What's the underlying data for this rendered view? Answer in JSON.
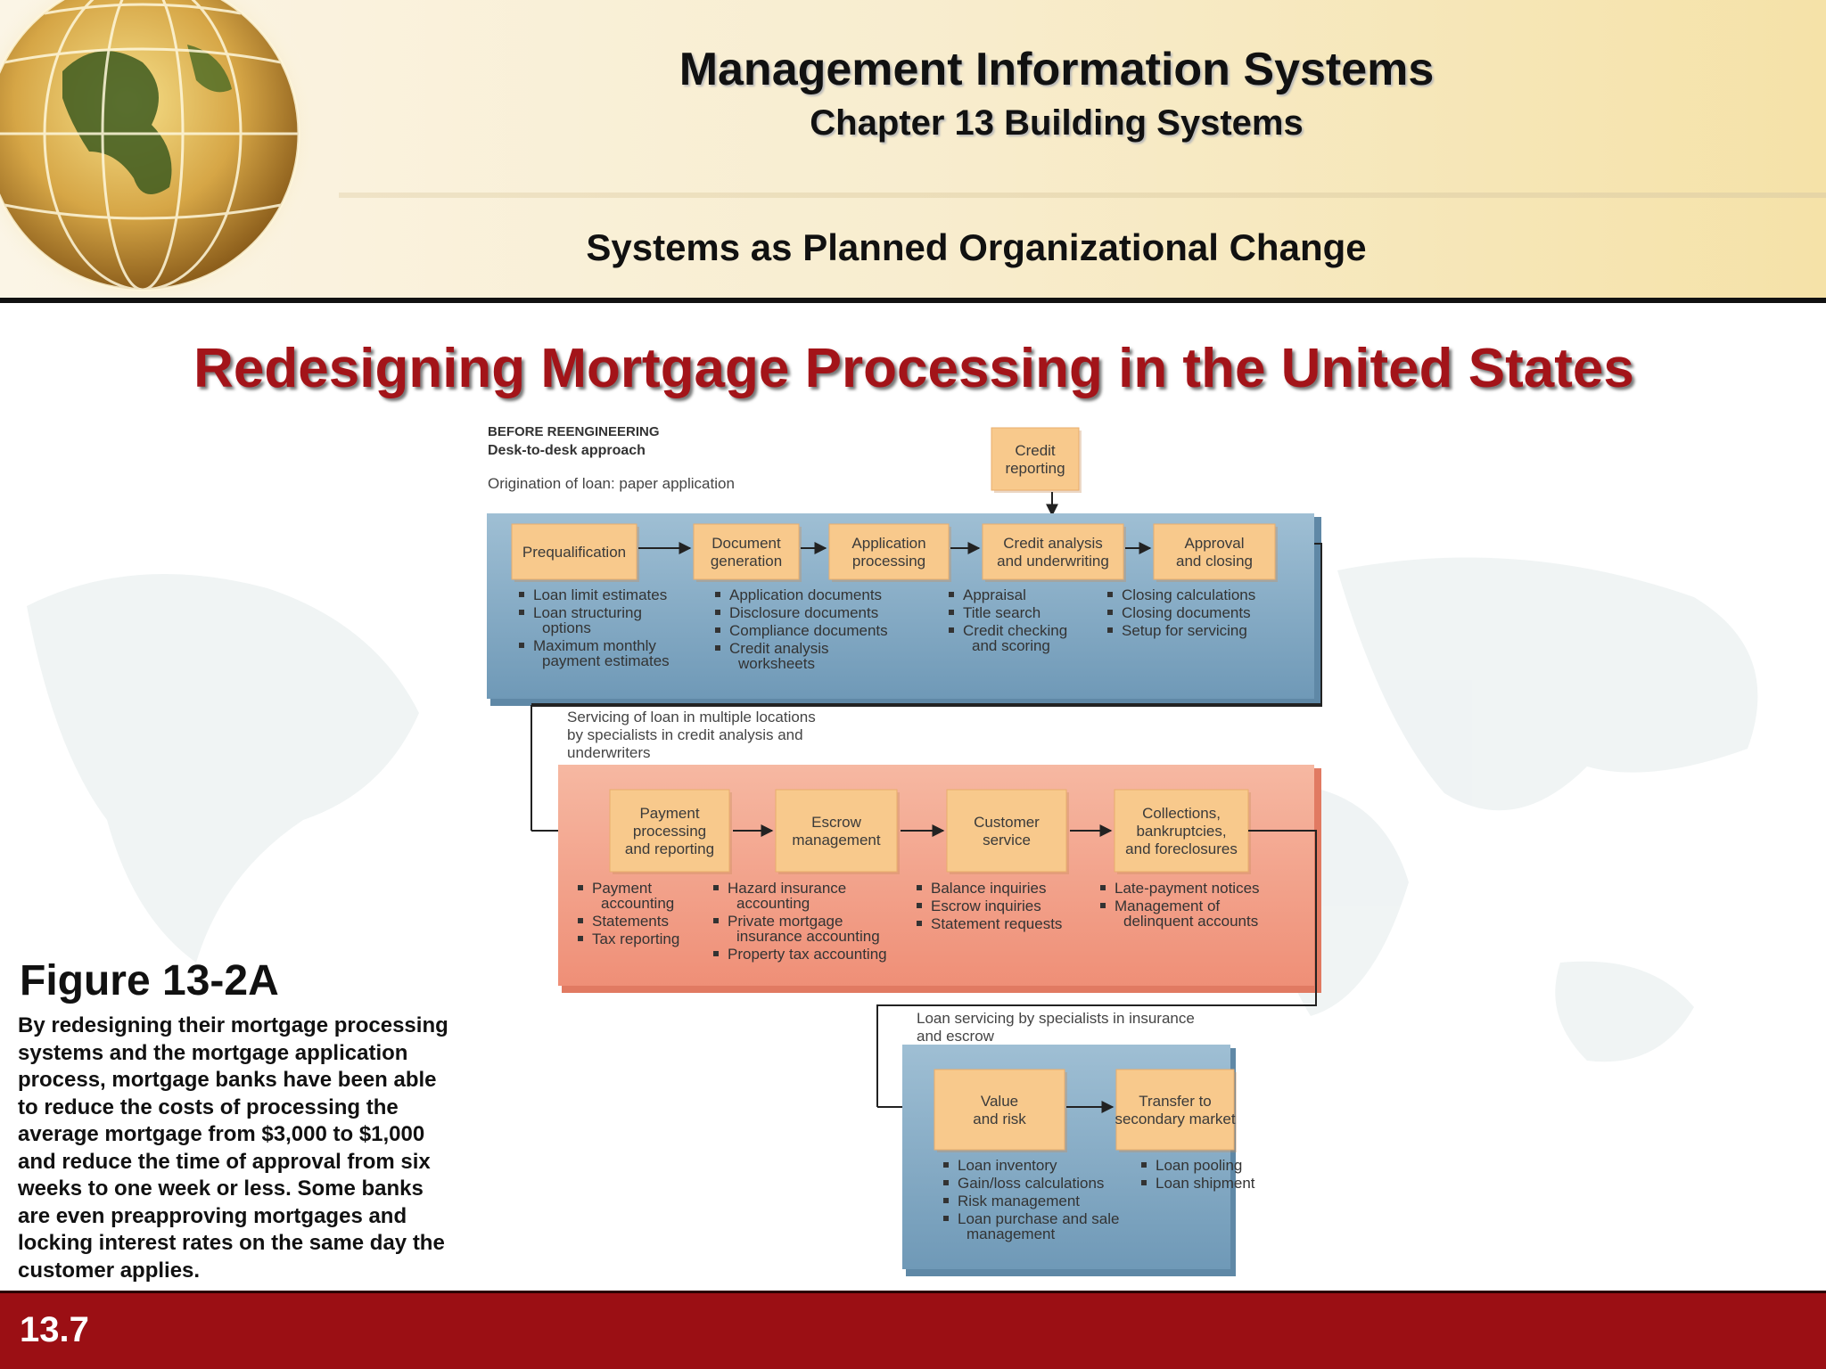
{
  "header": {
    "title": "Management Information Systems",
    "chapter": "Chapter 13 Building Systems",
    "section": "Systems as Planned Organizational Change"
  },
  "slide_title": "Redesigning Mortgage Processing in the United States",
  "figure": {
    "label": "Figure 13-2A",
    "caption_lines": [
      "By redesigning their mortgage processing",
      "systems and the mortgage application",
      "process, mortgage banks have been able",
      "to reduce the costs of processing the",
      "average mortgage from $3,000 to $1,000",
      "and reduce the time of approval from six",
      "weeks to one week or less. Some banks",
      "are even preapproving mortgages and",
      "locking interest rates on the same day the",
      "customer  applies."
    ]
  },
  "diagram": {
    "before": "BEFORE REENGINEERING",
    "approach": "Desk-to-desk approach",
    "origination": "Origination of loan: paper application",
    "credit_reporting": [
      "Credit",
      "reporting"
    ],
    "stage1": {
      "steps": [
        {
          "lines": [
            "Prequalification"
          ]
        },
        {
          "lines": [
            "Document",
            "generation"
          ]
        },
        {
          "lines": [
            "Application",
            "processing"
          ]
        },
        {
          "lines": [
            "Credit analysis",
            "and underwriting"
          ]
        },
        {
          "lines": [
            "Approval",
            "and closing"
          ]
        }
      ],
      "bullets": [
        [
          [
            "Loan limit estimates"
          ],
          [
            "Loan structuring",
            "options"
          ],
          [
            "Maximum monthly",
            "payment estimates"
          ]
        ],
        [
          [
            "Application documents"
          ],
          [
            "Disclosure documents"
          ],
          [
            "Compliance documents"
          ],
          [
            "Credit analysis",
            "worksheets"
          ]
        ],
        [
          [
            "Appraisal"
          ],
          [
            "Title search"
          ],
          [
            "Credit checking",
            "and scoring"
          ]
        ],
        [
          [
            "Closing calculations"
          ],
          [
            "Closing documents"
          ],
          [
            "Setup for servicing"
          ]
        ]
      ]
    },
    "servicing_note": [
      "Servicing of loan in multiple locations",
      "by specialists in credit analysis and",
      "underwriters"
    ],
    "stage2": {
      "steps": [
        {
          "lines": [
            "Payment",
            "processing",
            "and reporting"
          ]
        },
        {
          "lines": [
            "Escrow",
            "management"
          ]
        },
        {
          "lines": [
            "Customer",
            "service"
          ]
        },
        {
          "lines": [
            "Collections,",
            "bankruptcies,",
            "and foreclosures"
          ]
        }
      ],
      "bullets": [
        [
          [
            "Payment",
            "accounting"
          ],
          [
            "Statements"
          ],
          [
            "Tax reporting"
          ]
        ],
        [
          [
            "Hazard insurance",
            "accounting"
          ],
          [
            "Private mortgage",
            "insurance accounting"
          ],
          [
            "Property tax accounting"
          ]
        ],
        [
          [
            "Balance inquiries"
          ],
          [
            "Escrow inquiries"
          ],
          [
            "Statement requests"
          ]
        ],
        [
          [
            "Late-payment notices"
          ],
          [
            "Management of",
            "delinquent accounts"
          ]
        ]
      ]
    },
    "loan_note": [
      "Loan servicing by specialists in insurance",
      "and escrow"
    ],
    "stage3": {
      "steps": [
        {
          "lines": [
            "Value",
            "and risk"
          ]
        },
        {
          "lines": [
            "Transfer to",
            "secondary market"
          ]
        }
      ],
      "bullets": [
        [
          [
            "Loan inventory"
          ],
          [
            "Gain/loss calculations"
          ],
          [
            "Risk management"
          ],
          [
            "Loan purchase and sale",
            "management"
          ]
        ],
        [
          [
            "Loan pooling"
          ],
          [
            "Loan shipment"
          ]
        ]
      ]
    }
  },
  "footer": {
    "slide_number": "13.7"
  },
  "colors": {
    "accent_red": "#a31419",
    "footer_red": "#9b0f14",
    "blue_panel": "#7ea6c2",
    "salmon_panel": "#f19a84",
    "step_box": "#f8c98c"
  }
}
